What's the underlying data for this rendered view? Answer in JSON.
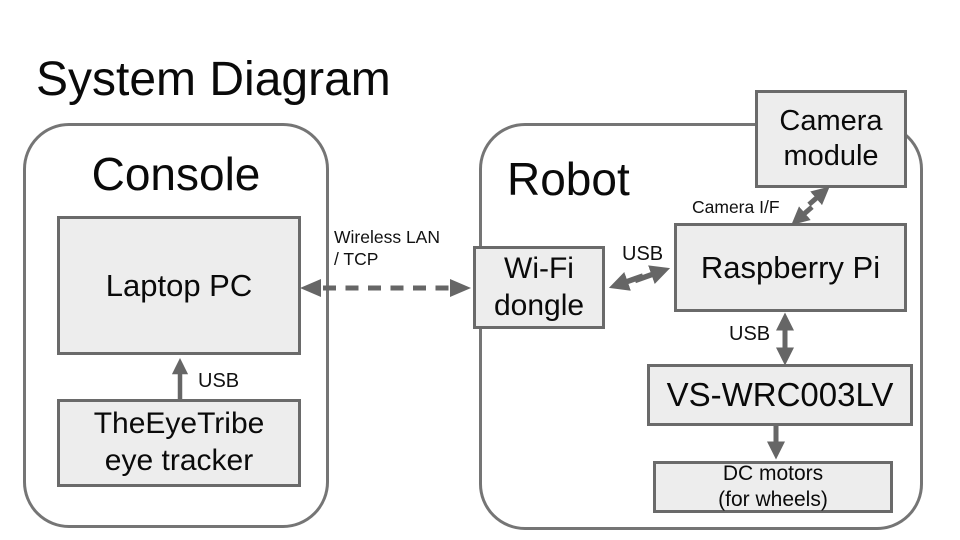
{
  "title": "System Diagram",
  "colors": {
    "box_fill": "#ededed",
    "box_border": "#6a6a6a",
    "container_border": "#757575",
    "arrow": "#666666",
    "text": "#0a0a0a"
  },
  "containers": {
    "console": {
      "label": "Console"
    },
    "robot": {
      "label": "Robot"
    }
  },
  "nodes": {
    "laptop_pc": {
      "label": "Laptop PC"
    },
    "eye_tracker": {
      "lines": [
        "TheEyeTribe",
        "eye tracker"
      ]
    },
    "wifi_dongle": {
      "lines": [
        "Wi-Fi",
        "dongle"
      ]
    },
    "raspberry_pi": {
      "label": "Raspberry Pi"
    },
    "camera_module": {
      "lines": [
        "Camera",
        "module"
      ]
    },
    "vs_wrc003lv": {
      "label": "VS-WRC003LV"
    },
    "dc_motors": {
      "lines": [
        "DC motors",
        "(for wheels)"
      ]
    }
  },
  "edges": {
    "usb_tracker_laptop": {
      "label": "USB"
    },
    "wireless_lan": {
      "lines": [
        "Wireless LAN",
        "/ TCP"
      ]
    },
    "usb_wifi_pi": {
      "label": "USB"
    },
    "camera_if": {
      "label": "Camera I/F"
    },
    "usb_pi_vs": {
      "label": "USB"
    }
  }
}
